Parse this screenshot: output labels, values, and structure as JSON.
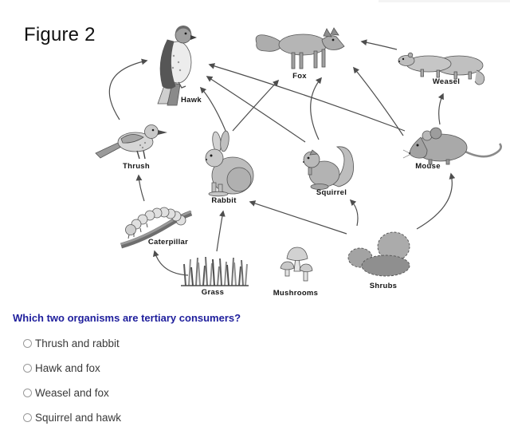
{
  "figure_label": "Figure 2",
  "diagram": {
    "organisms": [
      {
        "name": "Hawk"
      },
      {
        "name": "Fox"
      },
      {
        "name": "Weasel"
      },
      {
        "name": "Thrush"
      },
      {
        "name": "Rabbit"
      },
      {
        "name": "Squirrel"
      },
      {
        "name": "Mouse"
      },
      {
        "name": "Caterpillar"
      },
      {
        "name": "Grass"
      },
      {
        "name": "Mushrooms"
      },
      {
        "name": "Shrubs"
      }
    ],
    "food_links": [
      {
        "from": "Grass",
        "to": "Caterpillar"
      },
      {
        "from": "Grass",
        "to": "Rabbit"
      },
      {
        "from": "Caterpillar",
        "to": "Thrush"
      },
      {
        "from": "Thrush",
        "to": "Hawk"
      },
      {
        "from": "Rabbit",
        "to": "Hawk"
      },
      {
        "from": "Rabbit",
        "to": "Fox"
      },
      {
        "from": "Squirrel",
        "to": "Hawk"
      },
      {
        "from": "Squirrel",
        "to": "Fox"
      },
      {
        "from": "Mouse",
        "to": "Hawk"
      },
      {
        "from": "Mouse",
        "to": "Fox"
      },
      {
        "from": "Mouse",
        "to": "Weasel"
      },
      {
        "from": "Weasel",
        "to": "Fox"
      },
      {
        "from": "Shrubs",
        "to": "Rabbit"
      },
      {
        "from": "Shrubs",
        "to": "Squirrel"
      },
      {
        "from": "Shrubs",
        "to": "Mouse"
      }
    ]
  },
  "question": {
    "text": "Which two organisms are tertiary consumers?",
    "text_color": "#1e1e9c",
    "options": [
      {
        "label": "Thrush and rabbit",
        "selected": false
      },
      {
        "label": "Hawk and fox",
        "selected": false
      },
      {
        "label": "Weasel and fox",
        "selected": false
      },
      {
        "label": "Squirrel and hawk",
        "selected": false
      }
    ]
  }
}
